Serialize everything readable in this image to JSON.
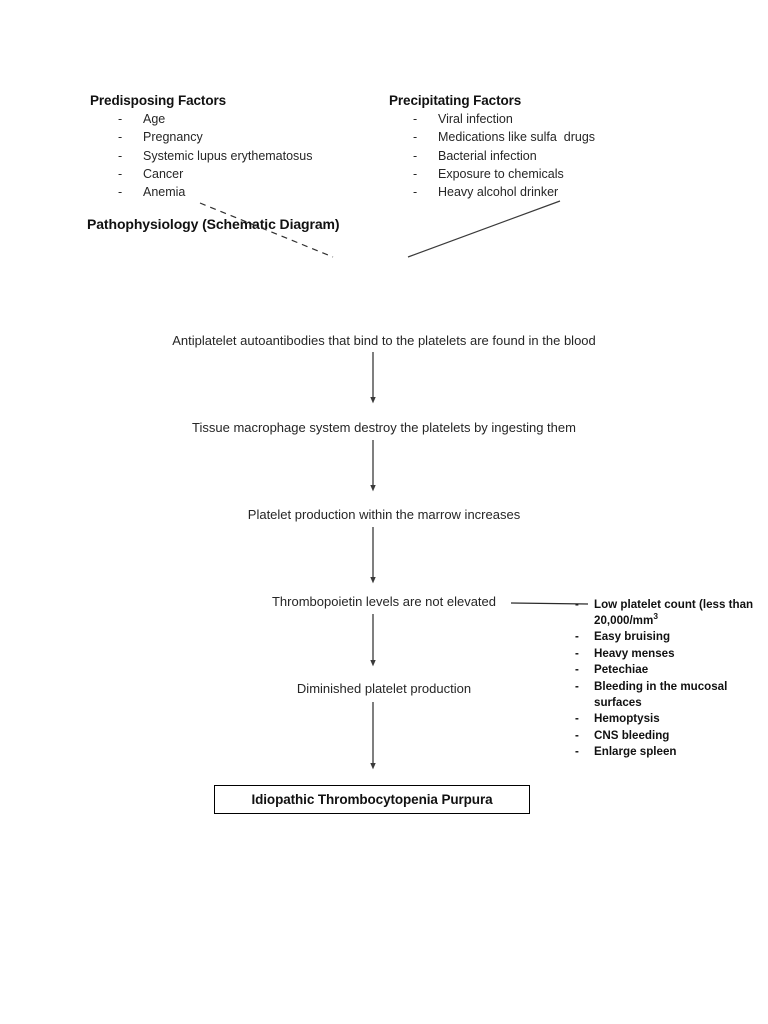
{
  "document": {
    "section_title": "Pathophysiology (Schematic Diagram)"
  },
  "predisposing": {
    "heading": "Predisposing Factors",
    "bullet": "-",
    "items": [
      "Age",
      "Pregnancy",
      "Systemic lupus erythematosus",
      "Cancer",
      "Anemia"
    ]
  },
  "precipitating": {
    "heading": "Precipitating Factors",
    "bullet": "-",
    "items": [
      "Viral infection",
      "Medications like sulfa  drugs",
      "Bacterial infection",
      "Exposure to chemicals",
      "Heavy alcohol drinker"
    ]
  },
  "flow": {
    "steps": [
      "Antiplatelet autoantibodies that bind to the platelets are found in the blood",
      "Tissue macrophage system destroy the platelets by ingesting them",
      "Platelet production within the marrow increases",
      "Thrombopoietin levels are not elevated",
      "Diminished platelet production"
    ],
    "outcome": "Idiopathic Thrombocytopenia Purpura"
  },
  "symptoms": {
    "bullet": "-",
    "items": [
      {
        "text": "Low platelet count (less than 20,000/mm",
        "superscript": "3"
      },
      {
        "text": "Easy bruising",
        "superscript": ""
      },
      {
        "text": "Heavy menses",
        "superscript": ""
      },
      {
        "text": "Petechiae",
        "superscript": ""
      },
      {
        "text": "Bleeding in the mucosal surfaces",
        "superscript": ""
      },
      {
        "text": "Hemoptysis",
        "superscript": ""
      },
      {
        "text": "CNS bleeding",
        "superscript": ""
      },
      {
        "text": "Enlarge spleen",
        "superscript": ""
      }
    ]
  },
  "colors": {
    "ink": "#262626",
    "heading_ink": "#111111",
    "line": "#3a3a3a",
    "background": "#ffffff"
  }
}
